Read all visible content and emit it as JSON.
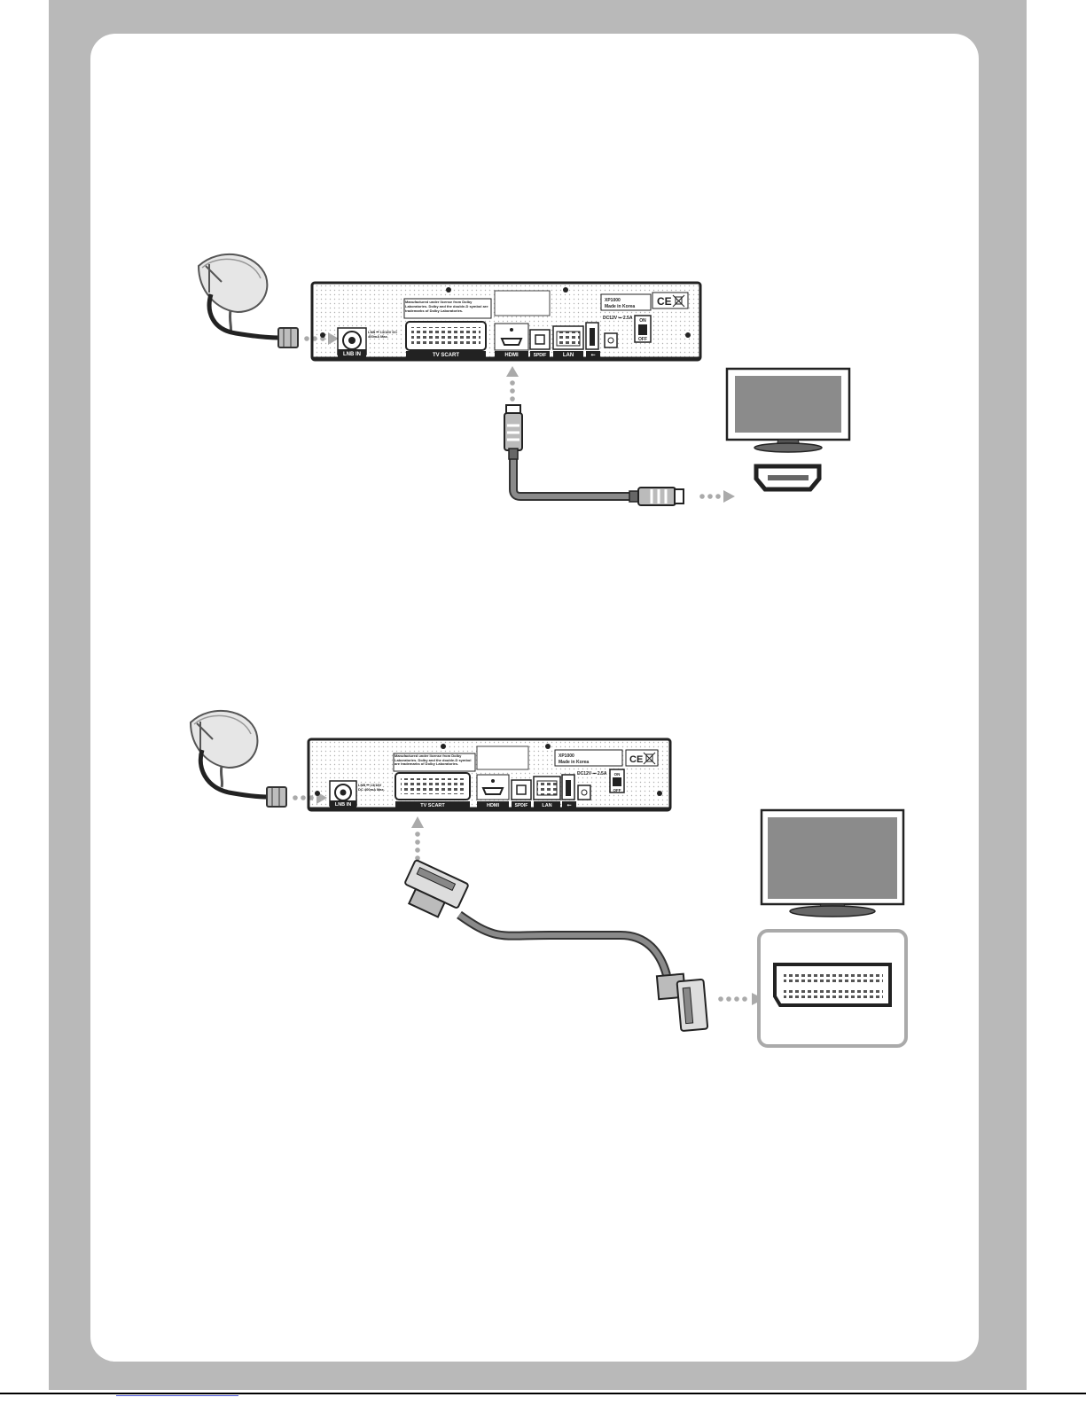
{
  "colors": {
    "page_frame": "#b9b9b9",
    "card": "#ffffff",
    "receiver_body": "#f4f4f4",
    "connector_arrows": "#aaaaaa",
    "cable": "#8a8a8a",
    "tv_screen": "#8b8b8b",
    "label_band": "#222222"
  },
  "icons": [
    "satellite-dish-icon",
    "hdmi-port-icon",
    "scart-port-icon",
    "tv-icon",
    "ce-mark-icon",
    "weee-bin-icon"
  ],
  "diagram_hdmi": {
    "receiver": {
      "ports": {
        "lnb_in": "LNB IN",
        "lnb_spec": "LNB ⎓ 13/18V DC 400mA Max.",
        "tv_scart": "TV SCART",
        "hdmi": "HDMI",
        "spdif": "SPDIF",
        "lan": "LAN",
        "usb_icon": "⭠",
        "power": "DC12V ⎓ 2.5A",
        "switch_on": "ON",
        "switch_off": "OFF"
      },
      "dolby_notice": "Manufactured under license from Dolby Laboratories. Dolby and the double-D symbol are trademarks of Dolby Laboratories.",
      "model": "XP1000",
      "origin": "Made in Korea",
      "ce": "CE"
    }
  },
  "diagram_scart": {
    "receiver": {
      "ports": {
        "lnb_in": "LNB IN",
        "lnb_spec": "LNB ⎓ 13/18V DC 400mA Max.",
        "tv_scart": "TV SCART",
        "hdmi": "HDMI",
        "spdif": "SPDIF",
        "lan": "LAN",
        "usb_icon": "⭠",
        "power": "DC12V ⎓ 2.5A",
        "switch_on": "ON",
        "switch_off": "OFF"
      },
      "dolby_notice": "Manufactured under license from Dolby Laboratories. Dolby and the double-D symbol are trademarks of Dolby Laboratories.",
      "model": "XP1000",
      "origin": "Made in Korea",
      "ce": "CE"
    }
  }
}
